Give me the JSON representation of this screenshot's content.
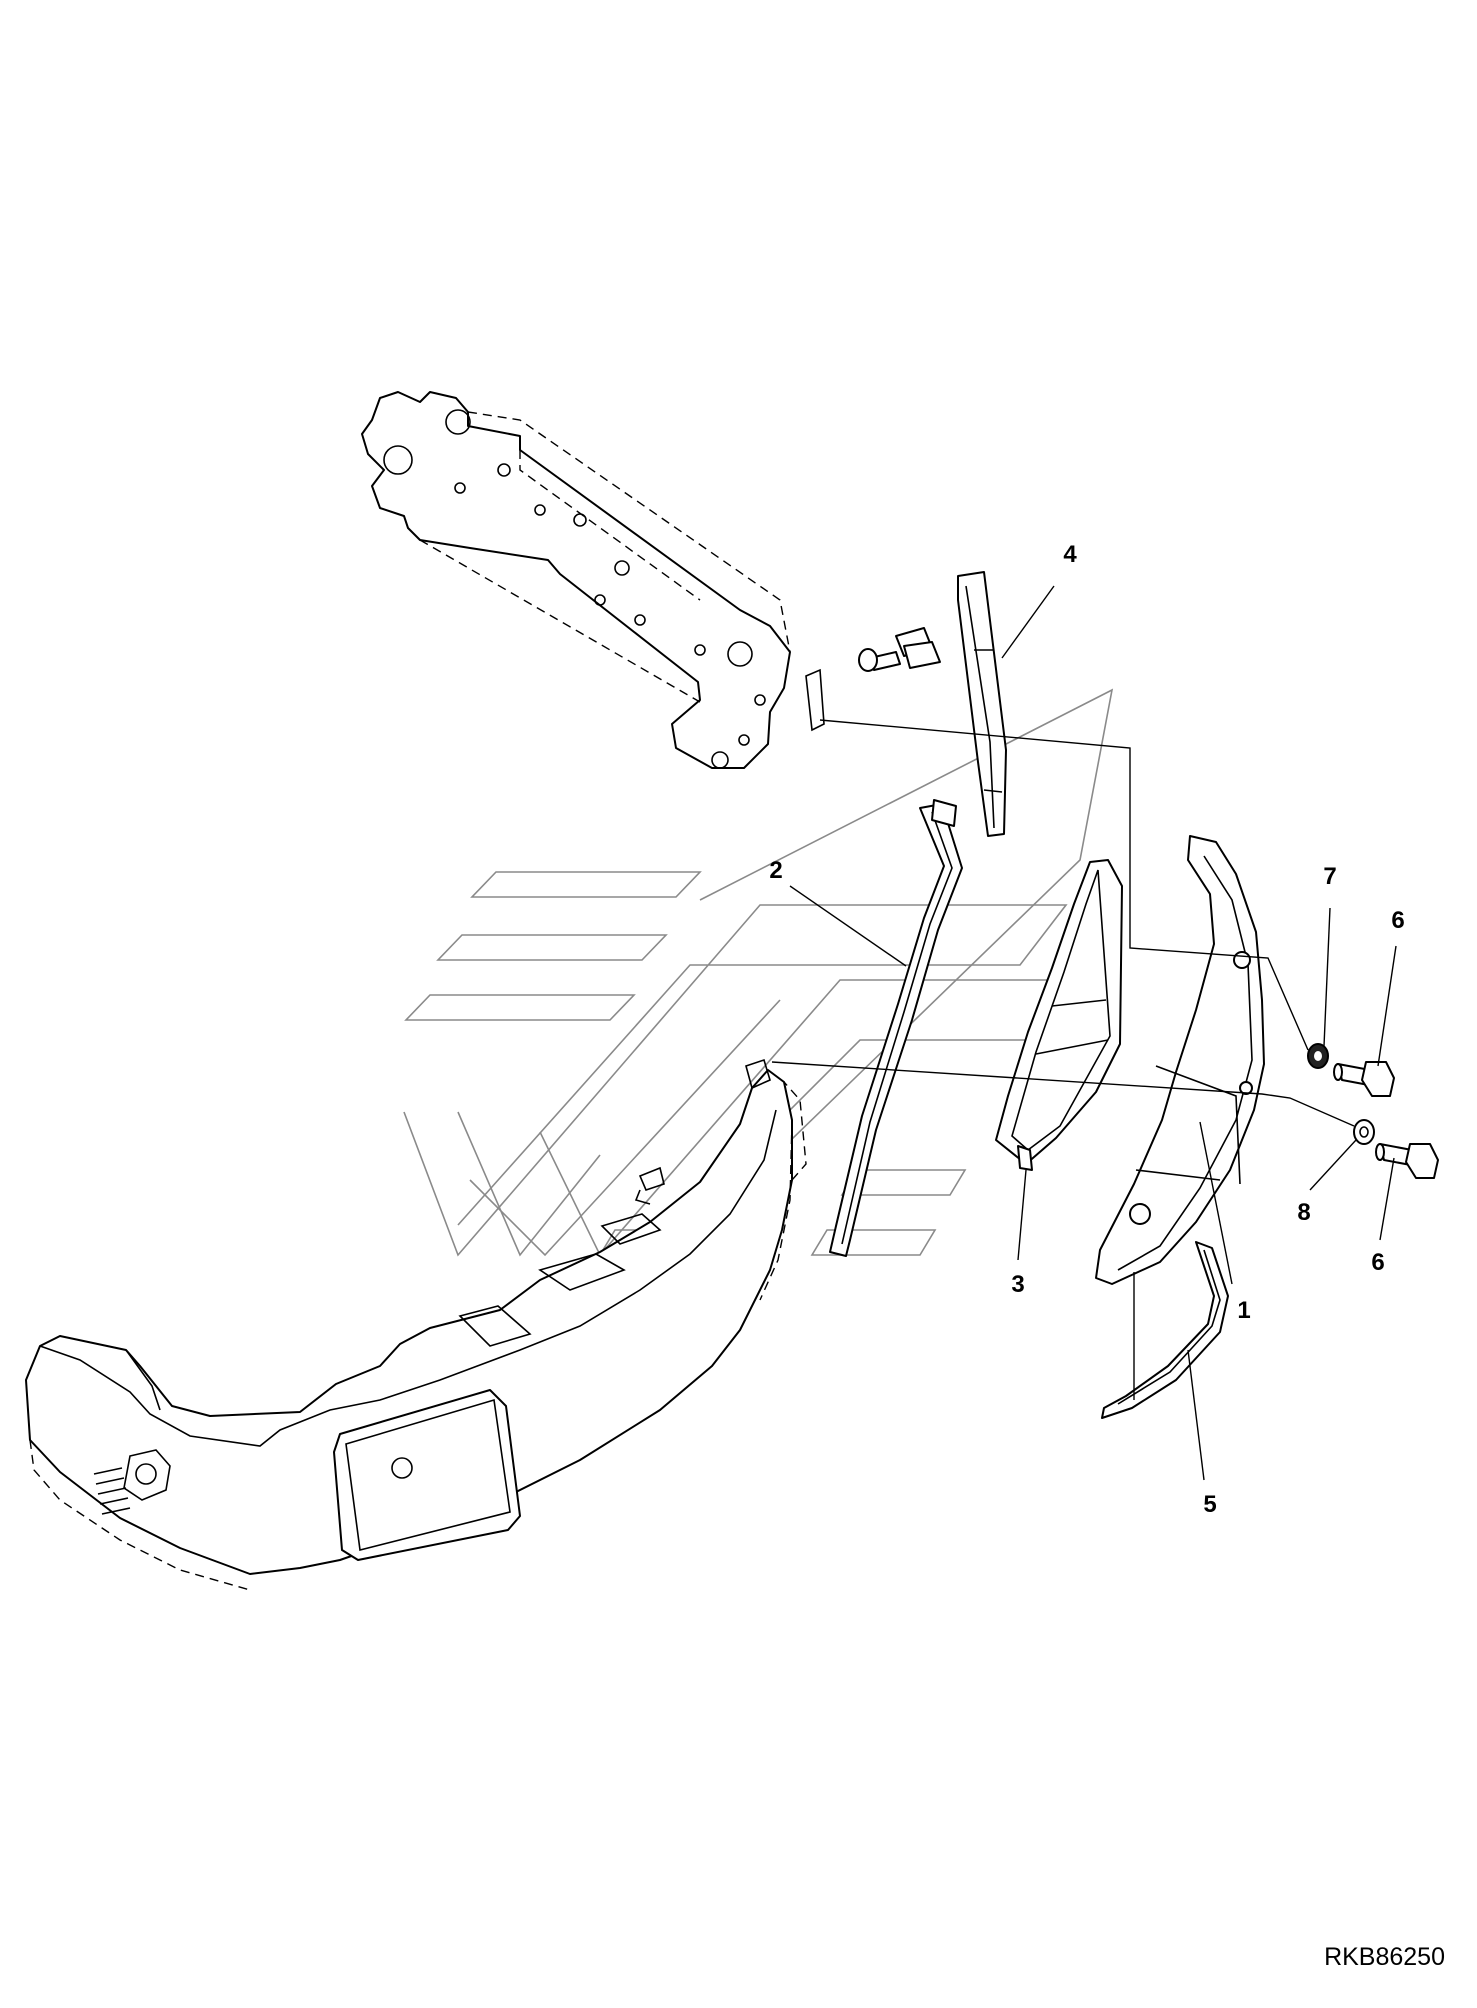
{
  "callouts": {
    "c1": "1",
    "c2": "2",
    "c3": "3",
    "c4": "4",
    "c5": "5",
    "c6a": "6",
    "c6b": "6",
    "c7": "7",
    "c8": "8"
  },
  "drawing_code": "RKB86250"
}
